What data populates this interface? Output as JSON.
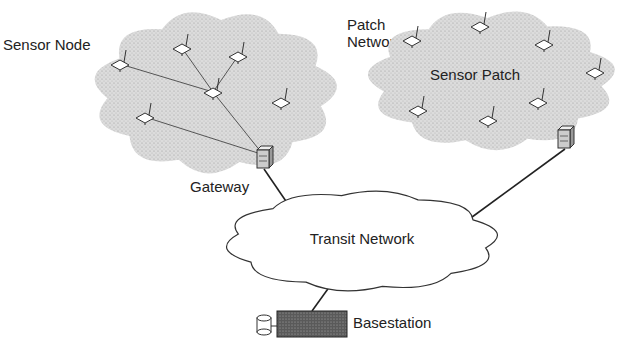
{
  "diagram": {
    "nodes": [
      {
        "text": [
          "Patch Network"
        ]
      },
      {
        "text": [
          "Sensor Patch"
        ]
      },
      {
        "text": [
          "Transit Network"
        ]
      },
      {
        "text": [
          "Basestation"
        ]
      }
    ],
    "edges": [
      {
        "from": 0,
        "to": 2,
        "arrow": "none"
      },
      {
        "from": 1,
        "to": 2,
        "arrow": "none"
      },
      {
        "from": 2,
        "to": 3,
        "arrow": "none"
      }
    ],
    "labels": [
      "Sensor Node",
      "Gateway"
    ]
  }
}
